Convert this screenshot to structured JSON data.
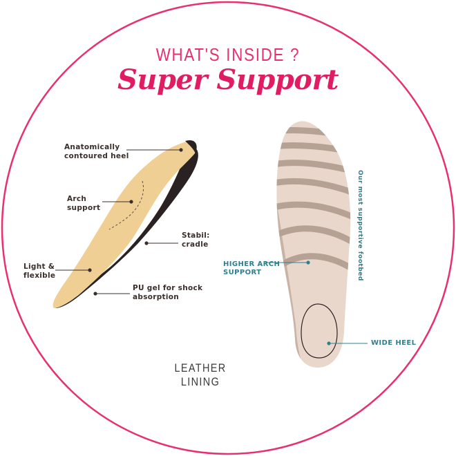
{
  "header": {
    "line1": "WHAT'S INSIDE ?",
    "line2": "Super Support"
  },
  "side_view": {
    "labels": {
      "heel": [
        "Anatomically",
        "contoured heel"
      ],
      "arch": [
        "Arch",
        "support"
      ],
      "stabil": [
        "Stabil:",
        "cradle"
      ],
      "flex": [
        "Light &",
        "flexible"
      ],
      "gel": [
        "PU gel for shock",
        "absorption"
      ]
    }
  },
  "bottom_label": "LEATHER LINING",
  "top_view": {
    "higher_arch": [
      "HIGHER ARCH",
      "SUPPORT"
    ],
    "wide_heel": "WIDE HEEL",
    "vertical_text": "Our most supportive footbed"
  },
  "colors": {
    "pink": "#e8306f",
    "teal": "#2f7f8f",
    "insole_tan": "#f0cf95",
    "insole_base": "#2a2222",
    "footbed": "#ead7cb",
    "footbed_stripes": "#b6a195"
  }
}
